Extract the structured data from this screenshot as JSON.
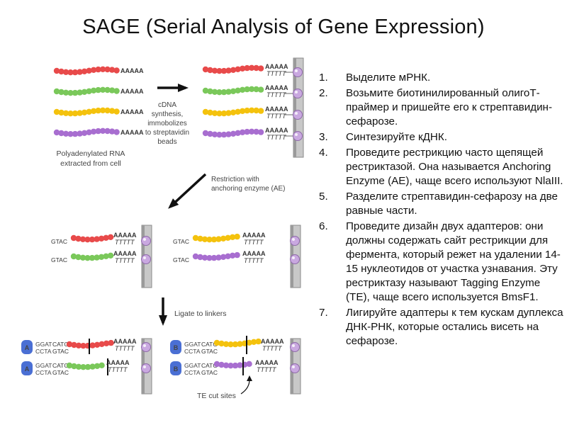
{
  "title": "SAGE (Serial Analysis of Gene Expression)",
  "colors": {
    "red": "#e84a4a",
    "green": "#7ac85a",
    "yellow": "#f4c20d",
    "purple": "#a86ed0",
    "bead": "#c9a8e0",
    "adapter": "#4a6fd4",
    "adapter_text": "#4a7fd4"
  },
  "diagram": {
    "panel1_caption_line1": "Polyadenylated RNA",
    "panel1_caption_line2": "extracted from cell",
    "polyA": "AAAAA",
    "oligoT": "TTTTT",
    "arrow1_line1": "cDNA",
    "arrow1_line2": "synthesis,",
    "arrow1_line3": "immobolizes",
    "arrow1_line4": "to streptavidin",
    "arrow1_line5": "beads",
    "arrow2_line1": "Restriction with",
    "arrow2_line2": "anchoring enzyme (AE)",
    "gtac": "GTAC",
    "arrow3_label": "Ligate to linkers",
    "adapter_a": "A",
    "adapter_b": "B",
    "ggat": "GGAT",
    "ccta": "CCTA",
    "catg": "CATG",
    "gtac_lower": "GTAC",
    "te_label": "TE cut sites"
  },
  "steps": [
    {
      "num": "1.",
      "text": "Выделите мРНК."
    },
    {
      "num": "2.",
      "text": "Возьмите биотинилированный олигоТ-праймер и пришейте его к стрептавидин-сефарозе."
    },
    {
      "num": "3.",
      "text": "Синтезируйте кДНК."
    },
    {
      "num": "4.",
      "text": "Проведите рестрикцию часто щепящей рестриктазой. Она называется Anchoring Enzyme (AE), чаще всего используют NlaIII."
    },
    {
      "num": "5.",
      "text": "Разделите стрептавидин-сефарозу на две равные части."
    },
    {
      "num": "6.",
      "text": "Проведите дизайн двух адаптеров: они должны содержать сайт рестрикции для фермента, который режет на удалении 14-15 нуклеотидов от участка узнавания. Эту рестриктазу называют Tagging Enzyme (TE), чаще всего используется BmsF1."
    },
    {
      "num": "7.",
      "text": "Лигируйте адаптеры к тем кускам дуплекса ДНК-РНК, которые остались висеть на сефарозе."
    }
  ]
}
